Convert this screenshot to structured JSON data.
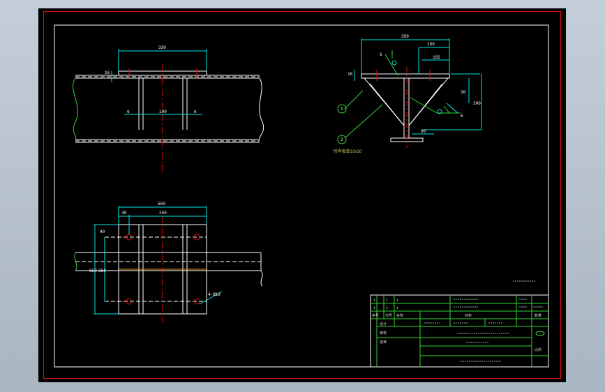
{
  "colors": {
    "frame": "#e01010",
    "border": "#ffffff",
    "geometry": "#ffffff",
    "dimension": "#00e5e5",
    "leader": "#34d634",
    "center": "#e01010",
    "title_block": "#34d634",
    "label": "#c8c864"
  },
  "elevation": {
    "dim_top": "330",
    "dim_thickness": "16",
    "dim_left_gap": "6",
    "dim_mid": "100",
    "dim_right_gap": "6"
  },
  "section": {
    "dim_top": "350",
    "dim_right": "150",
    "dim_inner": "102",
    "dim_thickness": "16",
    "dim_height": "300",
    "dim_small": "30",
    "dim_bottom": "90",
    "weld_left": "6",
    "weld_right": "6",
    "balloon_1": "1",
    "balloon_2": "2",
    "note": "所有板厚10x10"
  },
  "plan": {
    "dim_top": "550",
    "dim_left": "40",
    "dim_mid": "250",
    "dim_side_top": "40",
    "dim_side_a": "250",
    "dim_side_b": "550",
    "hole_label": "4-Ø18"
  },
  "title_block": {
    "row1_c1": "1",
    "row1_c2": "1",
    "row1_c3": "1",
    "row1_desc": "",
    "row2_c1": "1",
    "row2_c2": "1",
    "row2_c3": "1",
    "row3_c1": "序号",
    "row3_c2": "代号",
    "row3_c3": "名称",
    "row3_c4": "材料",
    "row3_c5": "数量",
    "h_design": "设计",
    "h_check": "审核",
    "h_approve": "批准",
    "h_scale": "比例"
  }
}
